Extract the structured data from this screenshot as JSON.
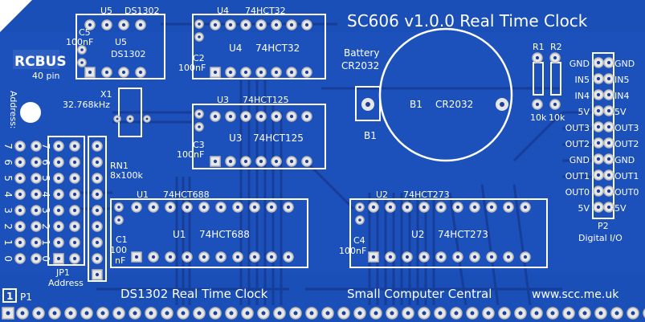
{
  "board": {
    "title": "SC606 v1.0.0 Real Time Clock",
    "footer_left": "DS1302 Real Time Clock",
    "footer_mid": "Small Computer Central",
    "footer_right": "www.scc.me.uk",
    "logo": "RCBUS",
    "logo_sub": "40 pin",
    "address_label": "Address:",
    "pin1_marker": "1",
    "bus_connector": "P1",
    "colors": {
      "pcb": "#1a4fb8",
      "copper": "#2a63d4",
      "trace": "#1d3f9c",
      "silk": "#ffffff",
      "pad": "#e6e6e6"
    }
  },
  "components": {
    "u5": {
      "ref": "U5",
      "part": "DS1302",
      "ref2": "U5",
      "part2": "DS1302"
    },
    "c5": {
      "ref": "C5",
      "value": "100nF"
    },
    "x1": {
      "ref": "X1",
      "value": "32.768kHz"
    },
    "u4": {
      "ref": "U4",
      "part": "74HCT32",
      "ref2": "U4",
      "part2": "74HCT32"
    },
    "c2": {
      "ref": "C2",
      "value": "100nF"
    },
    "u3": {
      "ref": "U3",
      "part": "74HCT125",
      "ref2": "U3",
      "part2": "74HCT125"
    },
    "c3": {
      "ref": "C3",
      "value": "100nF"
    },
    "battery": {
      "label": "Battery",
      "type": "CR2032",
      "ref": "B1",
      "ref_inner": "B1",
      "type_inner": "CR2032"
    },
    "r1": {
      "ref": "R1",
      "value": "10k"
    },
    "r2": {
      "ref": "R2",
      "value": "10k"
    },
    "rn1": {
      "ref": "RN1",
      "value": "8x100k"
    },
    "jp1": {
      "ref": "JP1",
      "label": "Address"
    },
    "u1": {
      "ref": "U1",
      "part": "74HCT688",
      "ref2": "U1",
      "part2": "74HCT688"
    },
    "c1": {
      "ref": "C1",
      "value": "100",
      "unit": "nF"
    },
    "u2": {
      "ref": "U2",
      "part": "74HCT273",
      "ref2": "U2",
      "part2": "74HCT273"
    },
    "c4": {
      "ref": "C4",
      "value": "100nF"
    },
    "p2": {
      "ref": "P2",
      "label": "Digital I/O"
    }
  },
  "address_bits": {
    "left": [
      "7",
      "6",
      "5",
      "4",
      "3",
      "2",
      "1",
      "0"
    ],
    "right": [
      "7",
      "6",
      "5",
      "4",
      "3",
      "2",
      "1",
      "0"
    ]
  },
  "p2_pins": {
    "left": [
      "GND",
      "IN5",
      "IN4",
      "5V",
      "OUT3",
      "OUT2",
      "GND",
      "OUT1",
      "OUT0",
      "5V"
    ],
    "right": [
      "GND",
      "IN5",
      "IN4",
      "5V",
      "OUT3",
      "OUT2",
      "GND",
      "OUT1",
      "OUT0",
      "5V"
    ]
  }
}
